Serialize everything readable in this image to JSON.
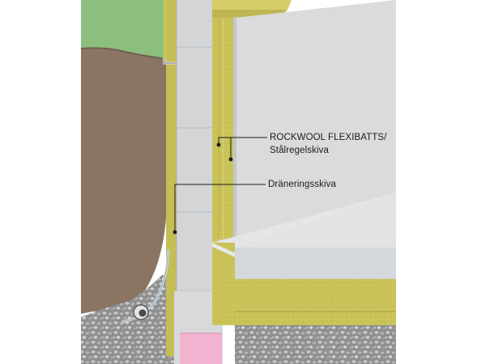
{
  "labels": {
    "rockwool_line1": "ROCKWOOL FLEXIBATTS/",
    "rockwool_line2": "Stålregelskiva",
    "drainage": "Dräneringsskiva"
  },
  "colors": {
    "grass": "#8cbf7e",
    "soil": "#8a7563",
    "insulation": "#c9c35a",
    "concrete": "#cfd2d4",
    "gravel": "#9a9a9a",
    "pink_board": "#f2b3d0",
    "leader": "#1b1b1b"
  },
  "icons": [
    "drain-pipe-icon",
    "flashing-profile-icon",
    "callout-dot-icon"
  ]
}
